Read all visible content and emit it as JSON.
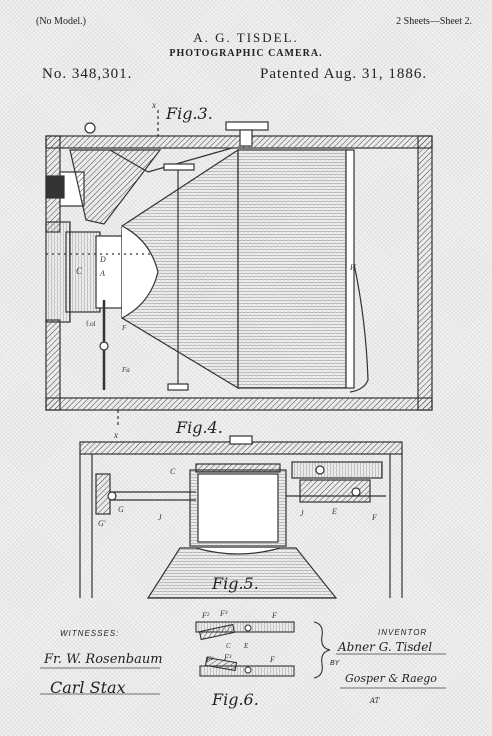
{
  "header": {
    "model_note": "(No Model.)",
    "sheets": "2 Sheets—Sheet 2.",
    "inventor": "A. G. TISDEL.",
    "title": "PHOTOGRAPHIC CAMERA.",
    "patent_no": "No. 348,301.",
    "patented": "Patented Aug. 31, 1886."
  },
  "figures": {
    "fig3": "Fig.3.",
    "fig4": "Fig.4.",
    "fig5": "Fig.5.",
    "fig6": "Fig.6."
  },
  "labels": {
    "witnesses": "WITNESSES:",
    "inventor": "INVENTOR",
    "by": "BY",
    "witness1": "Fr. W. Rosenbaum",
    "witness2": "Carl Stax",
    "inventor_sig": "Abner G. Tisdel",
    "attorney_sig": "Gosper & Raego",
    "attorney_note": "AT"
  },
  "colors": {
    "ink": "#333333",
    "paper": "#f1f1f1"
  }
}
